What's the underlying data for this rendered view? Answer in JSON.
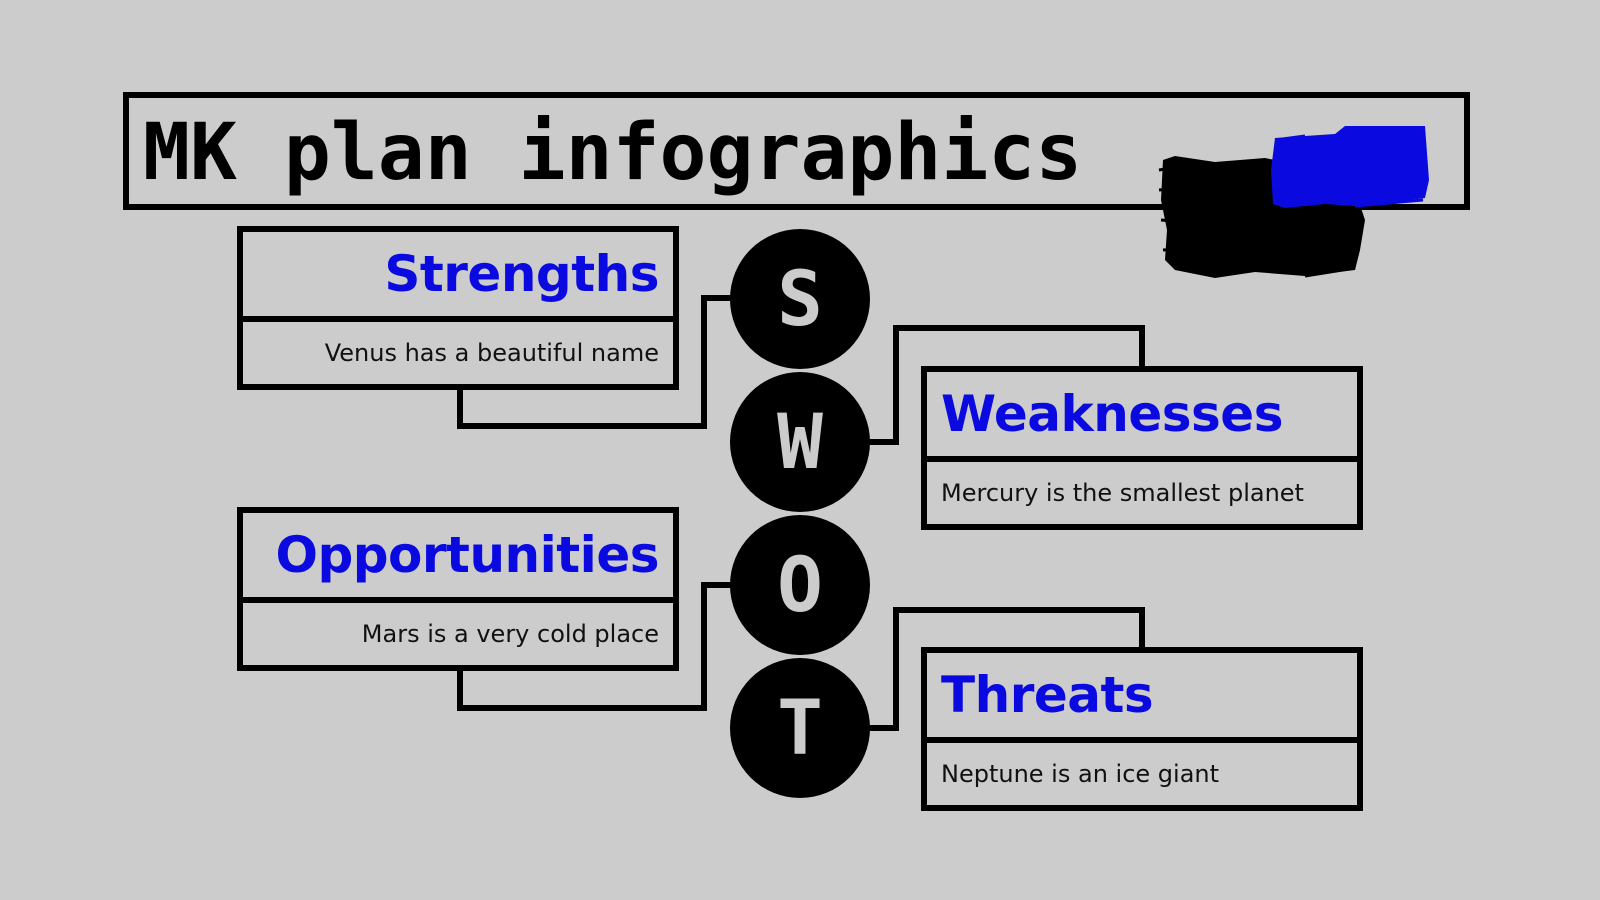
{
  "title": "MK plan infographics",
  "accent_color": "#0a0ae0",
  "swot": [
    {
      "letter": "S",
      "heading": "Strengths",
      "text": "Venus has a beautiful name"
    },
    {
      "letter": "W",
      "heading": "Weaknesses",
      "text": "Mercury is the smallest planet"
    },
    {
      "letter": "O",
      "heading": "Opportunities",
      "text": "Mars is a very cold place"
    },
    {
      "letter": "T",
      "heading": "Threats",
      "text": "Neptune is an ice giant"
    }
  ]
}
